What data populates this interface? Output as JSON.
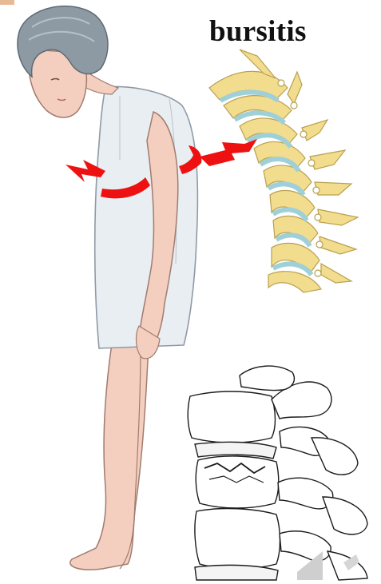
{
  "title": "bursitis",
  "illustrations": [
    {
      "name": "stooped-woman",
      "icon": "stooped-person-figure"
    },
    {
      "name": "curved-spine",
      "icon": "spine-kyphosis"
    },
    {
      "name": "vertebra-closeup",
      "icon": "vertebra-compression-fracture"
    }
  ],
  "pain_indicators": {
    "count": 2,
    "color": "#ee1111"
  },
  "colors": {
    "hair": "#8e9aa3",
    "skin": "#f4cfc0",
    "dress": "#e9eef3",
    "bone": "#f2dc8e",
    "disc": "#b6dbe0",
    "pain": "#ee1111"
  }
}
